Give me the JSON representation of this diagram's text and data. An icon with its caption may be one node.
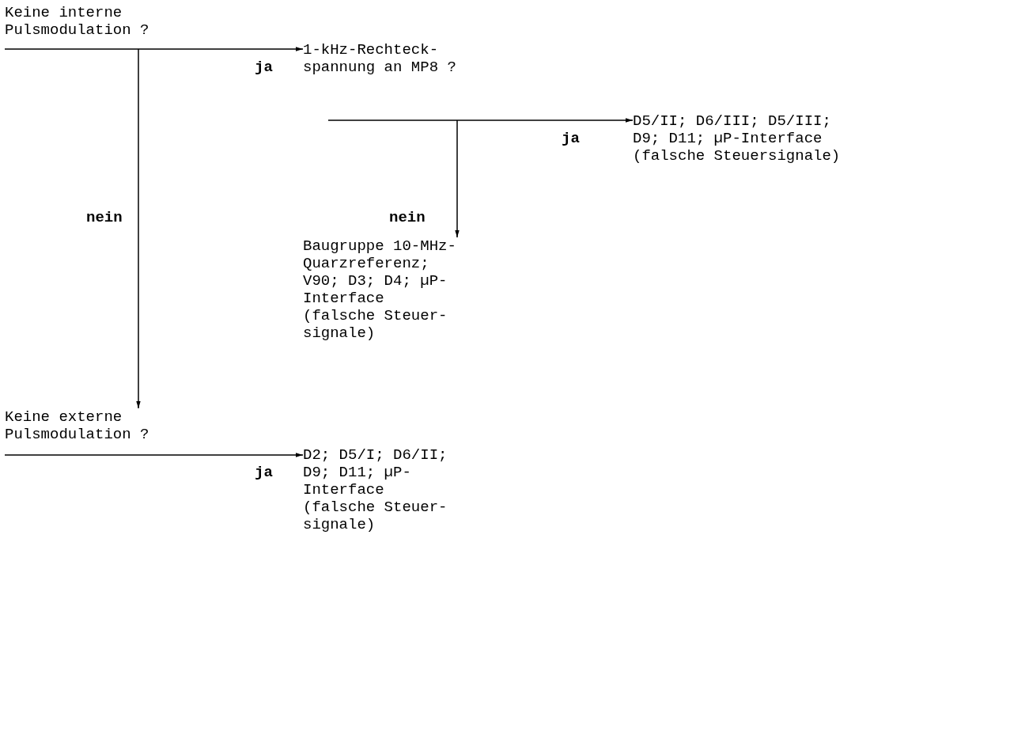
{
  "diagram": {
    "nodes": [
      {
        "text": [
          "Keine interne Pulsmodulation ?"
        ]
      },
      {
        "text": [
          "1-kHz-Rechteck- spannung an MP8 ?"
        ]
      },
      {
        "text": [
          "D5/II; D6/III; D5/III; D9; D11; µP-Interface (falsche Steuersignale)"
        ]
      },
      {
        "text": [
          "Baugruppe 10-MHz- Quarzreferenz; V90; D3; D4; µP-Interface (falsche Steuer- signale)"
        ]
      },
      {
        "text": [
          "Keine externe Pulsmodulation ?"
        ]
      },
      {
        "text": [
          "D2; D5/I; D6/II; D9; D11; µP-Interface (falsche Steuer- signale)"
        ]
      }
    ],
    "edges": [
      {
        "from": 0,
        "to": 1,
        "arrow": "to",
        "label": "ja"
      },
      {
        "from": 0,
        "to": 4,
        "arrow": "to",
        "label": "nein"
      },
      {
        "from": 1,
        "to": 2,
        "arrow": "to",
        "label": "ja"
      },
      {
        "from": 1,
        "to": 3,
        "arrow": "to",
        "label": "nein"
      },
      {
        "from": 4,
        "to": 5,
        "arrow": "to",
        "label": "ja"
      }
    ]
  }
}
